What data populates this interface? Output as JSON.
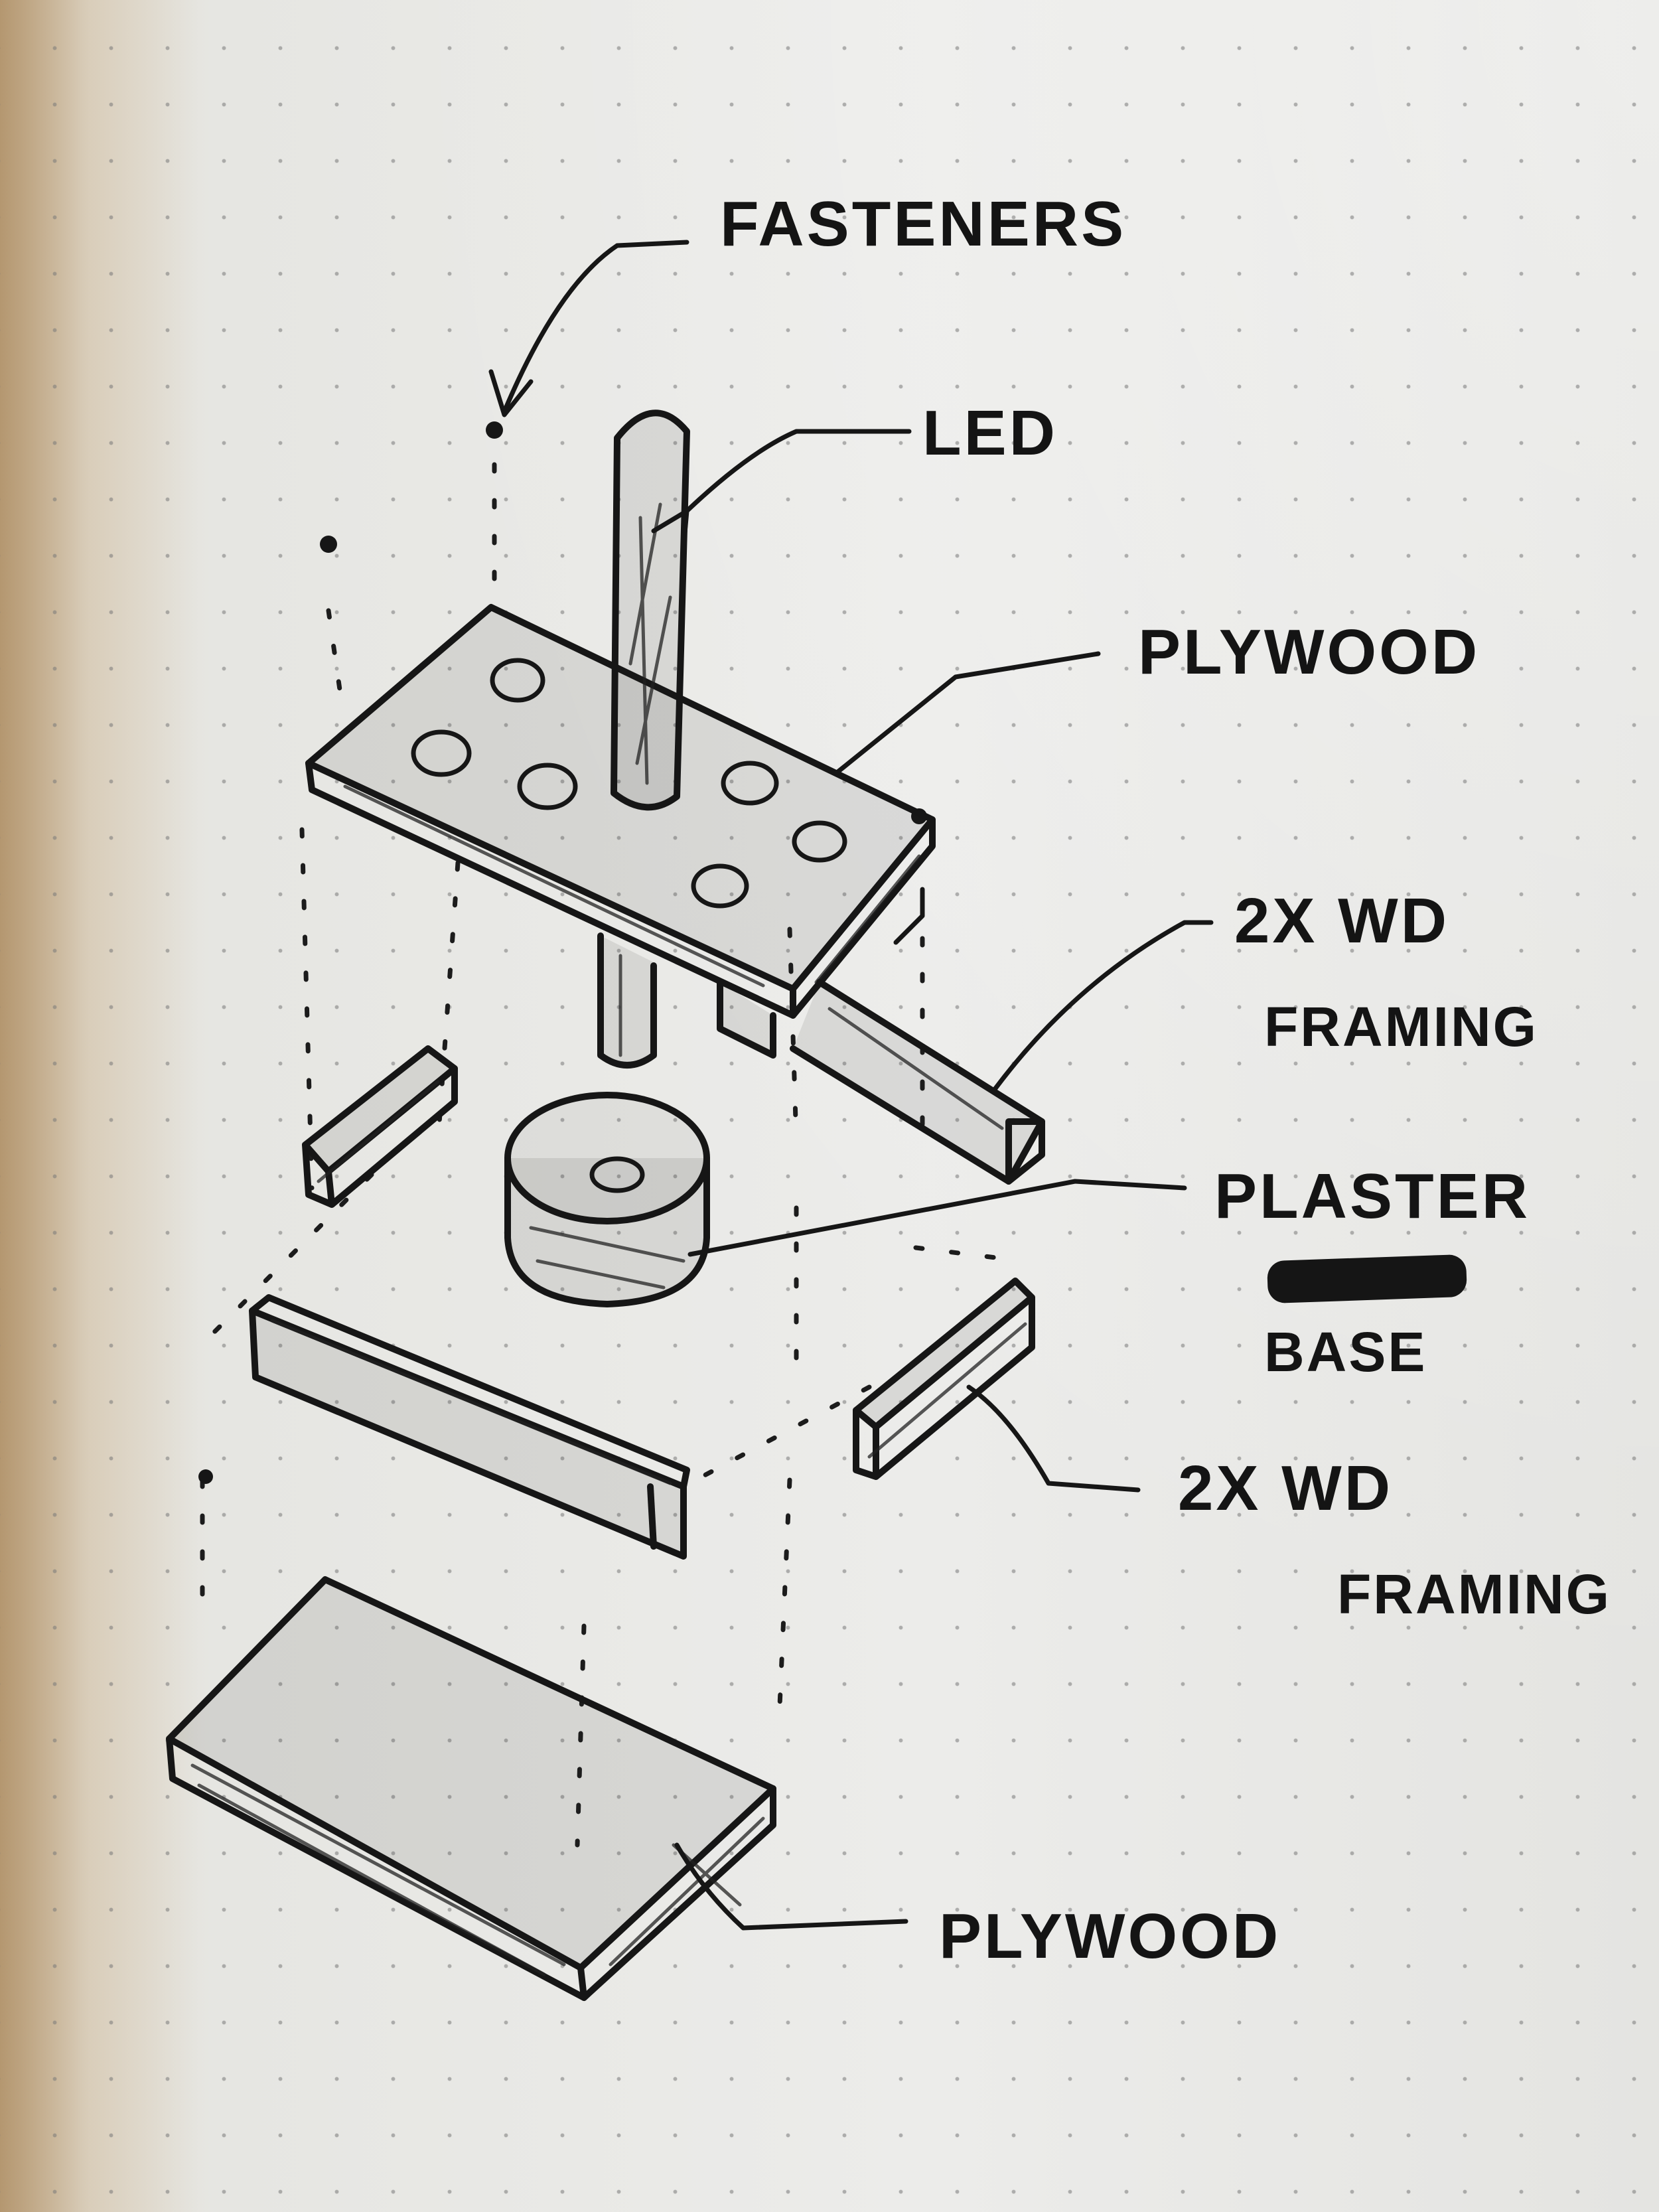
{
  "labels": {
    "fasteners": "FASTENERS",
    "led": "LED",
    "plywood_top": "PLYWOOD",
    "framing_right_upper_line1": "2X WD",
    "framing_right_upper_line2": "FRAMING",
    "plaster_line1": "PLASTER",
    "plaster_line2": "BASE",
    "framing_right_lower_line1": "2X WD",
    "framing_right_lower_line2": "FRAMING",
    "plywood_bottom": "PLYWOOD"
  },
  "colors": {
    "ink": "#161616",
    "paper": "#ececea",
    "binding": "#d9c3a3"
  }
}
